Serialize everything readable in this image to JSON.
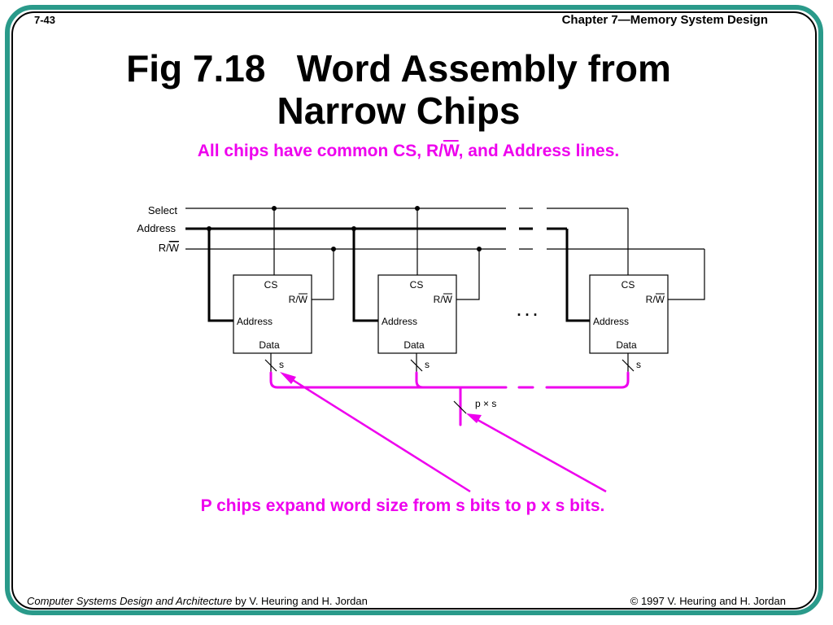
{
  "header": {
    "slide_number": "7-43",
    "chapter": "Chapter 7—Memory System Design"
  },
  "title": {
    "line1": "Fig 7.18   Word Assembly from",
    "line2": "Narrow Chips"
  },
  "subtitle": {
    "before": "All chips have common CS, R/",
    "overline": "W",
    "after": ", and Address lines."
  },
  "diagram": {
    "signals": {
      "select": "Select",
      "address": "Address",
      "rw_prefix": "R/",
      "rw_overline": "W"
    },
    "chip_ports": {
      "cs": "CS",
      "rw_prefix": "R/",
      "rw_overline": "W",
      "address": "Address",
      "data": "Data"
    },
    "chip_data_width": "s",
    "ellipsis": ". . .",
    "bus_width": "p × s",
    "colors": {
      "wire": "#000000",
      "data_bus": "#ee00ee",
      "frame": "#2a9a8a"
    }
  },
  "caption": "P chips expand word size from s bits to p x s bits.",
  "footer": {
    "book_title": "Computer Systems Design and Architecture",
    "authors": " by V. Heuring and H. Jordan",
    "copyright": "© 1997 V. Heuring and H. Jordan"
  }
}
